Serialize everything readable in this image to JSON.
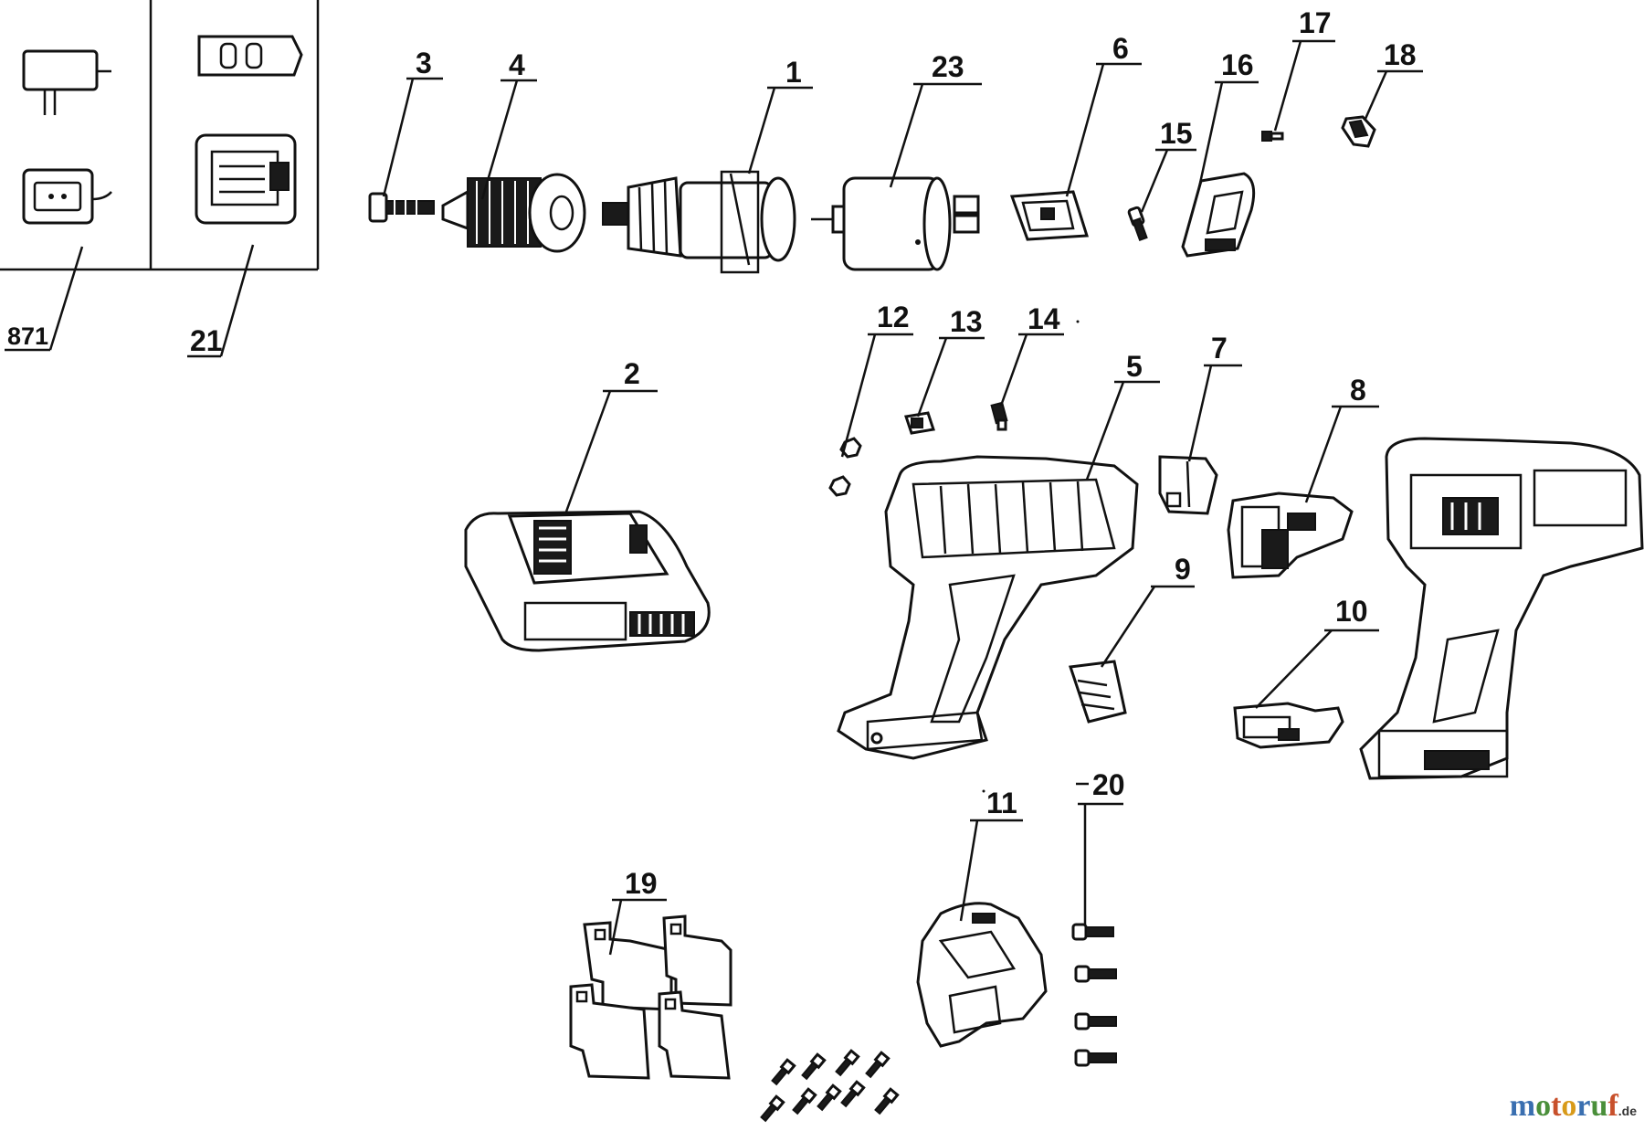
{
  "diagram": {
    "labels": {
      "p871": "871",
      "p21": "21",
      "p3": "3",
      "p4": "4",
      "p1": "1",
      "p23": "23",
      "p6": "6",
      "p16": "16",
      "p17": "17",
      "p18": "18",
      "p15": "15",
      "p12": "12",
      "p13": "13",
      "p14": "14",
      "p5": "5",
      "p7": "7",
      "p8": "8",
      "p2": "2",
      "p9": "9",
      "p10": "10",
      "p11": "11",
      "p20": "20",
      "p19": "19"
    }
  },
  "watermark": {
    "brand_letters": [
      "m",
      "o",
      "t",
      "o",
      "r",
      "u",
      "f"
    ],
    "tld": ".de",
    "letter_colors": [
      "#3a6fb0",
      "#4a8f3a",
      "#c8502b",
      "#d89a1a",
      "#3a6fb0",
      "#4a8f3a",
      "#c8502b"
    ]
  }
}
